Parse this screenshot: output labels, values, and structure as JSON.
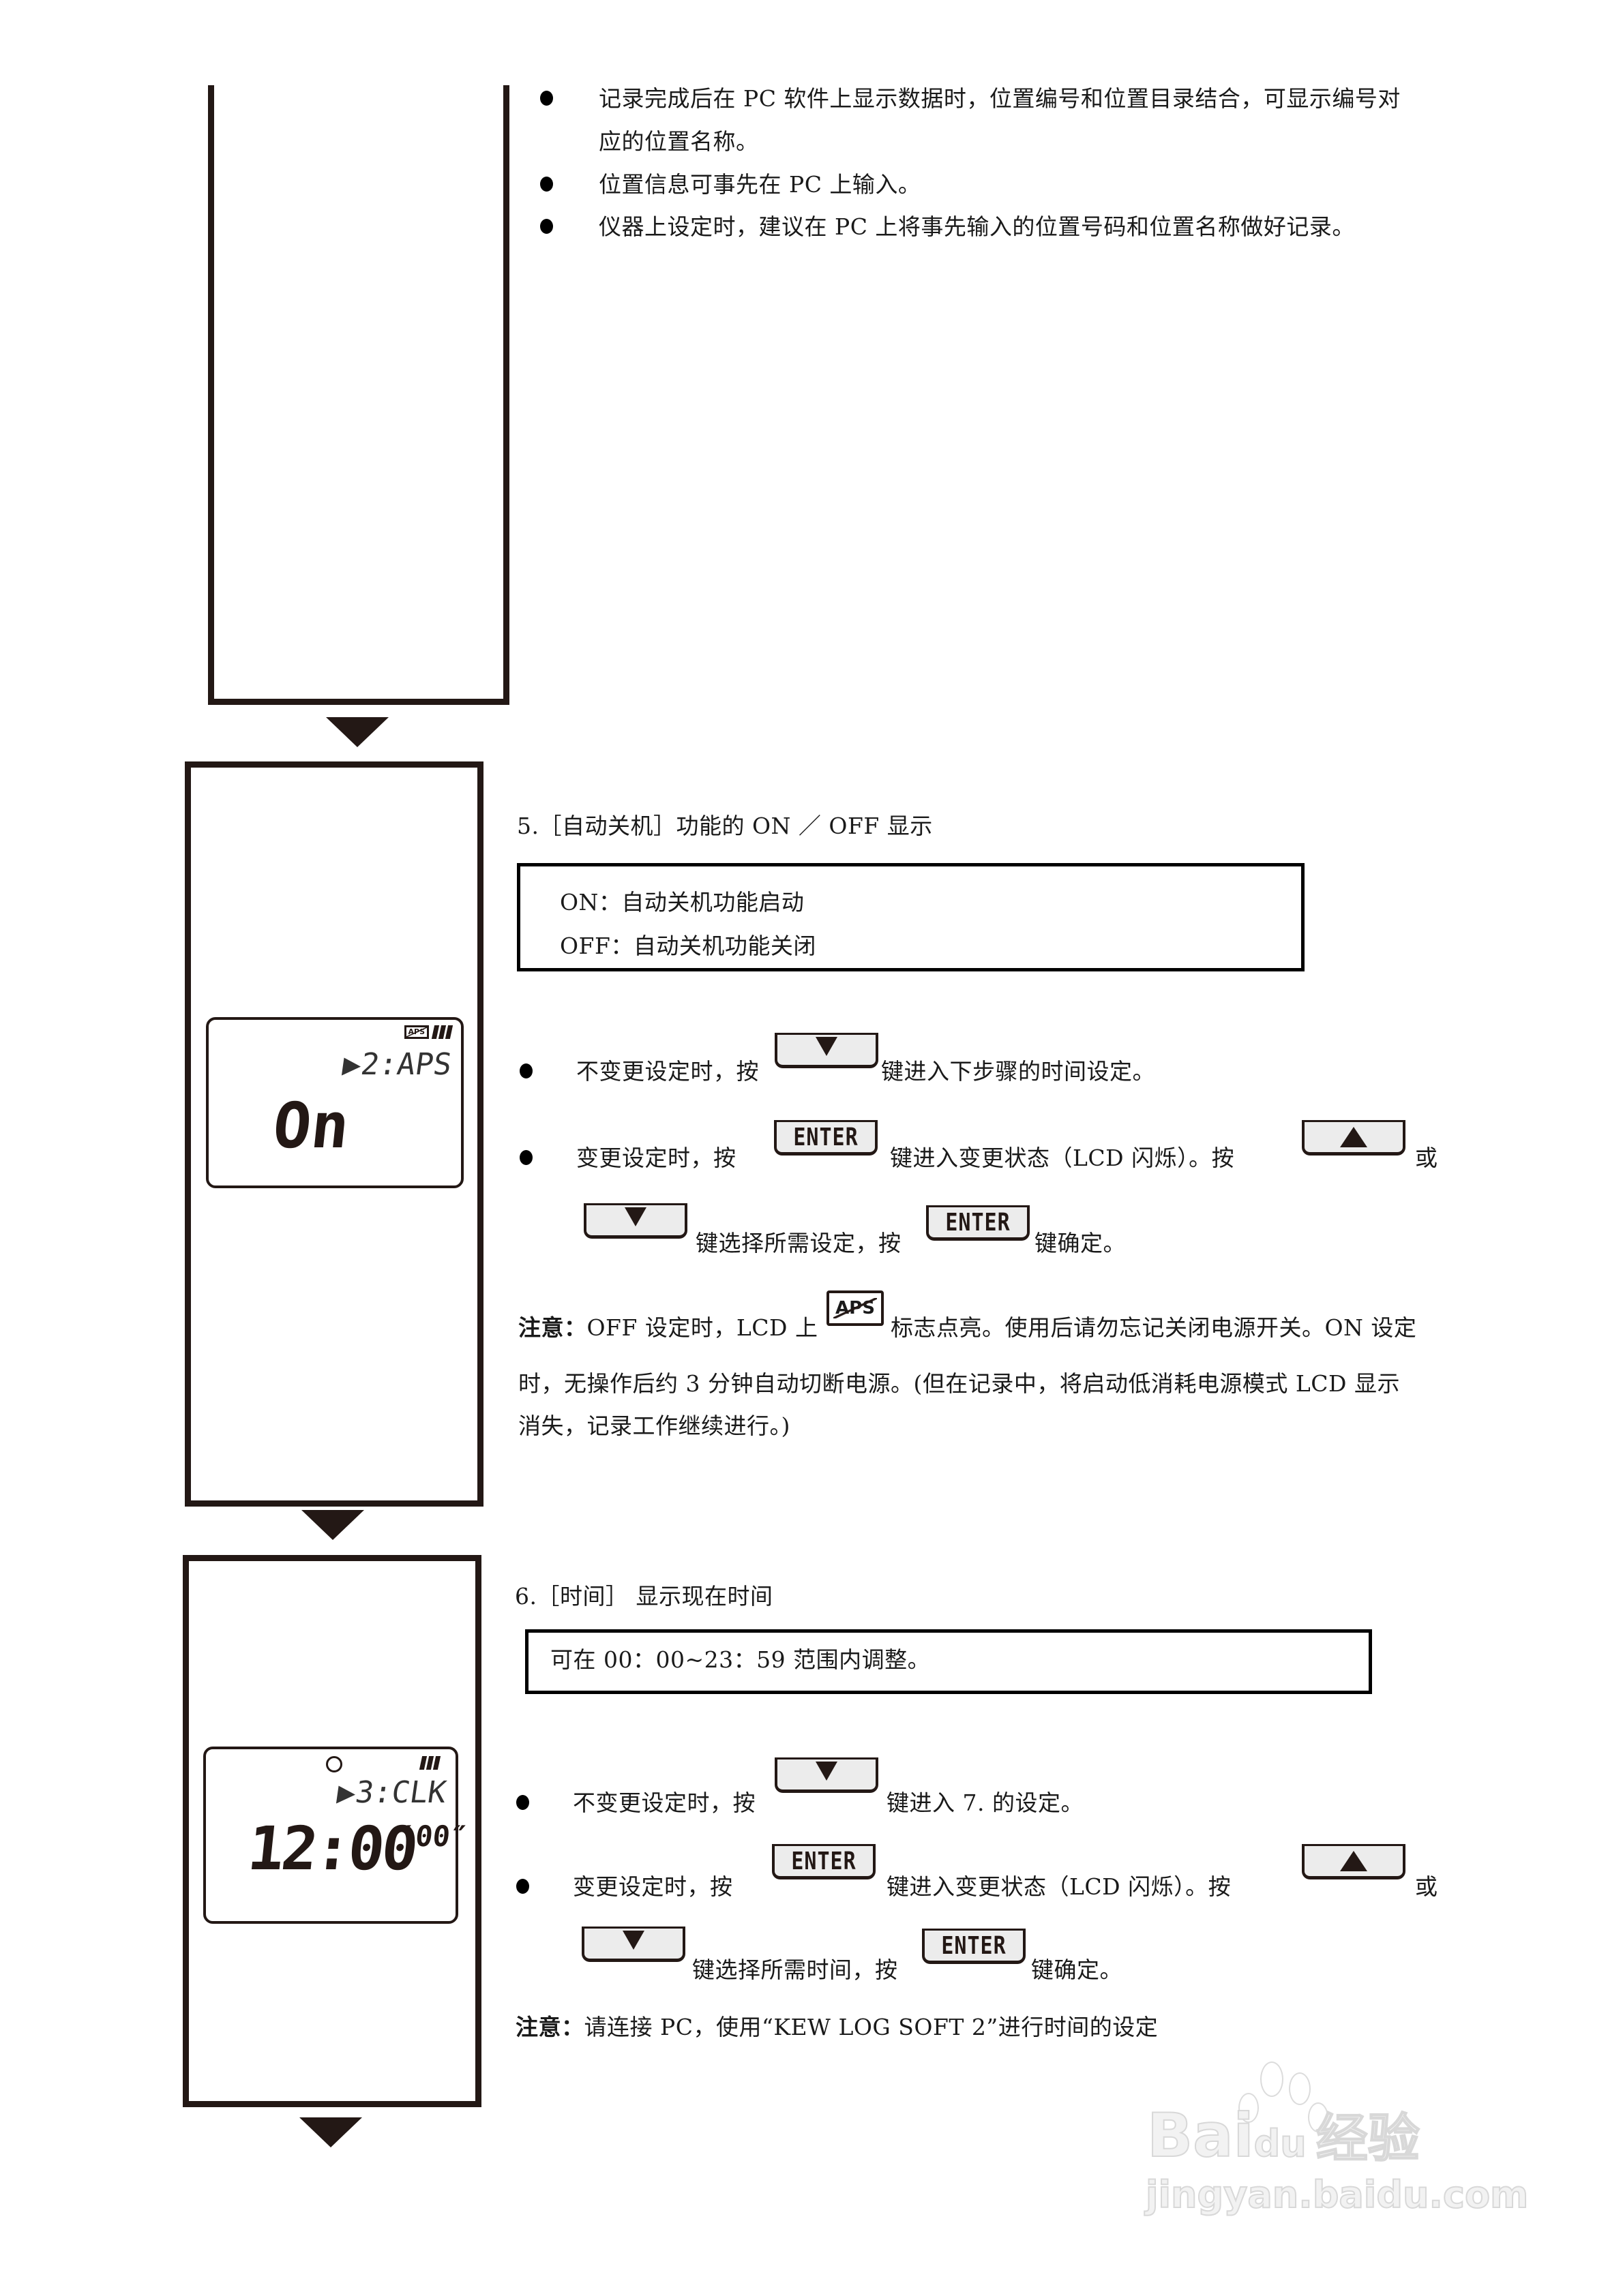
{
  "page": {
    "section_prev": {
      "bullets": [
        {
          "lines": [
            "记录完成后在 PC 软件上显示数据时，位置编号和位置目录结合，可显示编号对",
            "应的位置名称。"
          ]
        },
        {
          "lines": [
            "位置信息可事先在 PC 上输入。"
          ]
        },
        {
          "lines": [
            "仪器上设定时，建议在 PC 上将事先输入的位置号码和位置名称做好记录。"
          ]
        }
      ]
    },
    "section5": {
      "title": "5.［自动关机］功能的 ON ／ OFF 显示",
      "infobox": [
        "ON：自动关机功能启动",
        "OFF：自动关机功能关闭"
      ],
      "lcd": {
        "badge_icon": "aps-icon",
        "badge_text": "APS",
        "battery_icon": "battery-full-icon",
        "menu": "▶2:APS",
        "value": "On"
      },
      "bullet1": {
        "before": "不变更设定时，按",
        "key": "down-key",
        "after": "键进入下步骤的时间设定。"
      },
      "bullet2": {
        "before": "变更设定时，按",
        "key1_label": "ENTER",
        "middle": "键进入变更状态（LCD 闪烁）。按",
        "key2": "up-key",
        "after": "或"
      },
      "bullet2_cont": {
        "key": "down-key",
        "middle": "键选择所需设定，按",
        "key2_label": "ENTER",
        "after": "键确定。"
      },
      "note": {
        "label": "注意：",
        "line1_before": "OFF 设定时，LCD 上",
        "icon_text": "APS",
        "line1_after": "标志点亮。使用后请勿忘记关闭电源开关。ON 设定",
        "line2": "时，无操作后约 3 分钟自动切断电源。(但在记录中，将启动低消耗电源模式 LCD 显示",
        "line3": "消失，记录工作继续进行。)"
      }
    },
    "section6": {
      "title": "6.［时间］ 显示现在时间",
      "infobox": [
        "可在 00：00~23：59 范围内调整。"
      ],
      "lcd": {
        "clock_icon": "clock-icon",
        "battery_icon": "battery-full-icon",
        "menu": "▶3:CLK",
        "time_main": "12:00",
        "time_seconds": "00",
        "min_mark": "′",
        "sec_mark": "″"
      },
      "bullet1": {
        "before": "不变更设定时，按",
        "key": "down-key",
        "after": "键进入 7. 的设定。"
      },
      "bullet2": {
        "before": "变更设定时，按",
        "key1_label": "ENTER",
        "middle": "键进入变更状态（LCD 闪烁）。按",
        "key2": "up-key",
        "after": "或"
      },
      "bullet2_cont": {
        "key": "down-key",
        "middle": "键选择所需时间，按",
        "key2_label": "ENTER",
        "after": "键确定。"
      },
      "note": {
        "label": "注意：",
        "text": "请连接 PC，使用“KEW LOG SOFT 2”进行时间的设定"
      }
    }
  },
  "watermark": {
    "brand": "Bai",
    "brand_paw": "du",
    "cn": "经验",
    "url": "jingyan.baidu.com"
  },
  "colors": {
    "ink": "#231815",
    "key_fill": "#ececec"
  }
}
